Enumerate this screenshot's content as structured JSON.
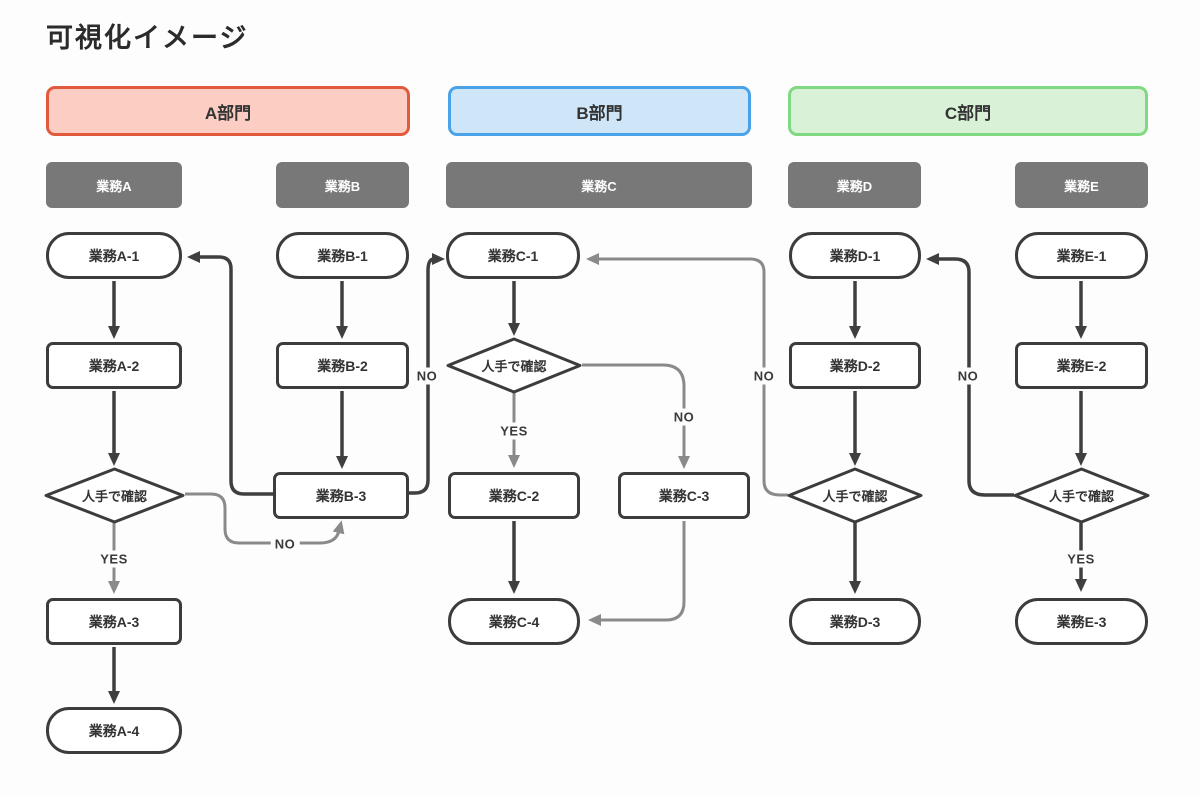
{
  "title": "可視化イメージ",
  "colors": {
    "dept_a_fill": "#fccdc3",
    "dept_a_border": "#e25a3c",
    "dept_b_fill": "#cfe6f8",
    "dept_b_border": "#4aa3e8",
    "dept_c_fill": "#d9f1d7",
    "dept_c_border": "#80d880",
    "lane_fill": "#787878",
    "node_border": "#3c3c3c",
    "edge_dark": "#3f3f3f",
    "edge_gray": "#8a8a8a"
  },
  "departments": [
    {
      "label": "A部門"
    },
    {
      "label": "B部門"
    },
    {
      "label": "C部門"
    }
  ],
  "lanes": [
    {
      "label": "業務A"
    },
    {
      "label": "業務B"
    },
    {
      "label": "業務C"
    },
    {
      "label": "業務D"
    },
    {
      "label": "業務E"
    }
  ],
  "nodes": {
    "a1": {
      "label": "業務A-1",
      "shape": "rounded"
    },
    "a2": {
      "label": "業務A-2",
      "shape": "rect"
    },
    "adia": {
      "label": "人手で確認",
      "shape": "diamond"
    },
    "a3": {
      "label": "業務A-3",
      "shape": "rect"
    },
    "a4": {
      "label": "業務A-4",
      "shape": "rounded"
    },
    "b1": {
      "label": "業務B-1",
      "shape": "rounded"
    },
    "b2": {
      "label": "業務B-2",
      "shape": "rect"
    },
    "b3": {
      "label": "業務B-3",
      "shape": "rect"
    },
    "c1": {
      "label": "業務C-1",
      "shape": "rounded"
    },
    "cdia": {
      "label": "人手で確認",
      "shape": "diamond"
    },
    "c2": {
      "label": "業務C-2",
      "shape": "rect"
    },
    "c3": {
      "label": "業務C-3",
      "shape": "rect"
    },
    "c4": {
      "label": "業務C-4",
      "shape": "rounded"
    },
    "d1": {
      "label": "業務D-1",
      "shape": "rounded"
    },
    "d2": {
      "label": "業務D-2",
      "shape": "rect"
    },
    "ddia": {
      "label": "人手で確認",
      "shape": "diamond"
    },
    "d3": {
      "label": "業務D-3",
      "shape": "rounded"
    },
    "e1": {
      "label": "業務E-1",
      "shape": "rounded"
    },
    "e2": {
      "label": "業務E-2",
      "shape": "rect"
    },
    "edia": {
      "label": "人手で確認",
      "shape": "diamond"
    },
    "e3": {
      "label": "業務E-3",
      "shape": "rounded"
    }
  },
  "edges": [
    {
      "from": "業務A-1",
      "to": "業務A-2",
      "tone": "dark",
      "label": ""
    },
    {
      "from": "業務A-2",
      "to": "人手で確認(A)",
      "tone": "dark",
      "label": ""
    },
    {
      "from": "人手で確認(A)",
      "to": "業務A-3",
      "tone": "gray",
      "label": "YES"
    },
    {
      "from": "人手で確認(A)",
      "to": "業務B-3",
      "tone": "gray",
      "label": "NO"
    },
    {
      "from": "業務A-3",
      "to": "業務A-4",
      "tone": "dark",
      "label": ""
    },
    {
      "from": "業務B-1",
      "to": "業務B-2",
      "tone": "dark",
      "label": ""
    },
    {
      "from": "業務B-2",
      "to": "業務B-3",
      "tone": "dark",
      "label": ""
    },
    {
      "from": "業務B-3",
      "to": "業務A-1",
      "tone": "dark",
      "label": ""
    },
    {
      "from": "業務B-3",
      "to": "業務C-1",
      "tone": "dark",
      "label": "NO"
    },
    {
      "from": "業務C-1",
      "to": "人手で確認(C)",
      "tone": "dark",
      "label": ""
    },
    {
      "from": "人手で確認(C)",
      "to": "業務C-2",
      "tone": "gray",
      "label": "YES"
    },
    {
      "from": "人手で確認(C)",
      "to": "業務C-3",
      "tone": "gray",
      "label": "NO"
    },
    {
      "from": "業務C-2",
      "to": "業務C-4",
      "tone": "dark",
      "label": ""
    },
    {
      "from": "業務C-3",
      "to": "業務C-4",
      "tone": "gray",
      "label": ""
    },
    {
      "from": "業務D-1",
      "to": "業務D-2",
      "tone": "dark",
      "label": ""
    },
    {
      "from": "業務D-2",
      "to": "人手で確認(D)",
      "tone": "dark",
      "label": ""
    },
    {
      "from": "人手で確認(D)",
      "to": "業務D-3",
      "tone": "dark",
      "label": ""
    },
    {
      "from": "人手で確認(D)",
      "to": "業務C-1",
      "tone": "gray",
      "label": "NO"
    },
    {
      "from": "業務E-1",
      "to": "業務E-2",
      "tone": "dark",
      "label": ""
    },
    {
      "from": "業務E-2",
      "to": "人手で確認(E)",
      "tone": "dark",
      "label": ""
    },
    {
      "from": "人手で確認(E)",
      "to": "業務E-3",
      "tone": "dark",
      "label": "YES"
    },
    {
      "from": "人手で確認(E)",
      "to": "業務D-1",
      "tone": "dark",
      "label": "NO"
    }
  ]
}
